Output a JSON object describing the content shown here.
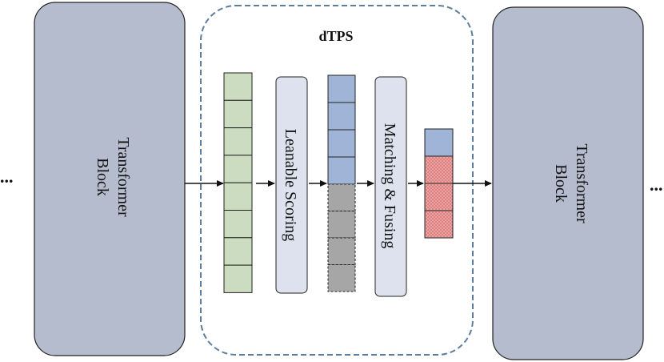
{
  "diagram": {
    "title": "dTPS",
    "left_block_label": [
      "Transformer",
      "Block"
    ],
    "right_block_label": [
      "Transformer",
      "Block"
    ],
    "scoring_label": "Leanable Scoring",
    "fusing_label": "Matching & Fusing",
    "ellipsis_left": "...",
    "ellipsis_right": "...",
    "colors": {
      "block_fill": "#b5bccd",
      "block_stroke": "#222222",
      "module_fill": "#dde2ee",
      "dashed_border": "#5d7e9c",
      "token_green": "#cbdcc0",
      "token_blue": "#9fb4d6",
      "token_gray": "#a6a6a6",
      "token_red": "#e8a2a2"
    }
  }
}
